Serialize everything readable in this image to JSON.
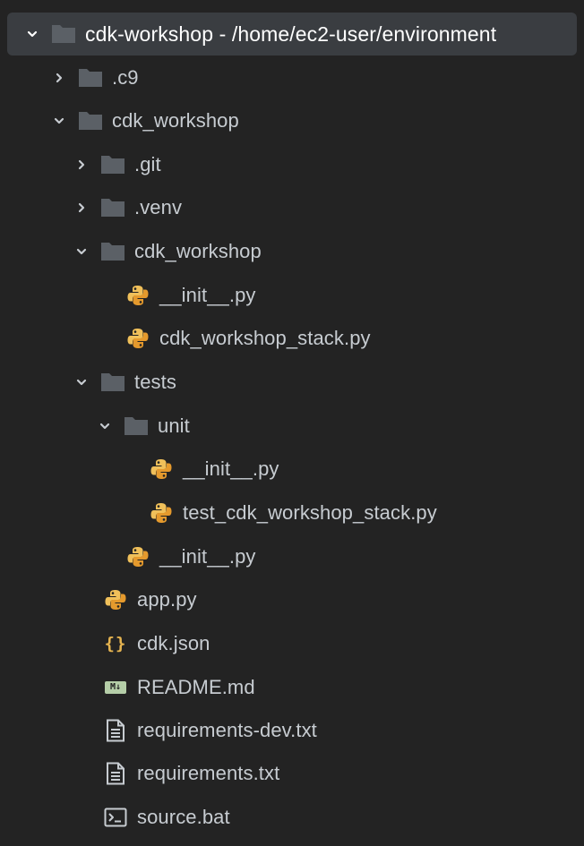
{
  "file_tree": {
    "root": {
      "label": "cdk-workshop - /home/ec2-user/environment",
      "expanded": true
    },
    "items": [
      {
        "label": ".c9",
        "type": "folder",
        "expanded": false
      },
      {
        "label": "cdk_workshop",
        "type": "folder",
        "expanded": true
      },
      {
        "label": ".git",
        "type": "folder",
        "expanded": false
      },
      {
        "label": ".venv",
        "type": "folder",
        "expanded": false
      },
      {
        "label": "cdk_workshop",
        "type": "folder",
        "expanded": true
      },
      {
        "label": "__init__.py",
        "type": "python"
      },
      {
        "label": "cdk_workshop_stack.py",
        "type": "python"
      },
      {
        "label": "tests",
        "type": "folder",
        "expanded": true
      },
      {
        "label": "unit",
        "type": "folder",
        "expanded": true
      },
      {
        "label": "__init__.py",
        "type": "python"
      },
      {
        "label": "test_cdk_workshop_stack.py",
        "type": "python"
      },
      {
        "label": "__init__.py",
        "type": "python"
      },
      {
        "label": "app.py",
        "type": "python"
      },
      {
        "label": "cdk.json",
        "type": "json",
        "icon_text": "{}"
      },
      {
        "label": "README.md",
        "type": "markdown",
        "icon_text": "M↓"
      },
      {
        "label": "requirements-dev.txt",
        "type": "text"
      },
      {
        "label": "requirements.txt",
        "type": "text"
      },
      {
        "label": "source.bat",
        "type": "terminal"
      }
    ]
  },
  "colors": {
    "background": "#232323",
    "root_highlight": "#3a3d41",
    "text": "#c7ccd1",
    "folder_icon": "#5b6066",
    "python_yellow": "#f0c05a",
    "python_orange": "#e59a2d",
    "json_brace": "#e6b450",
    "markdown_badge": "#b5cea8"
  }
}
